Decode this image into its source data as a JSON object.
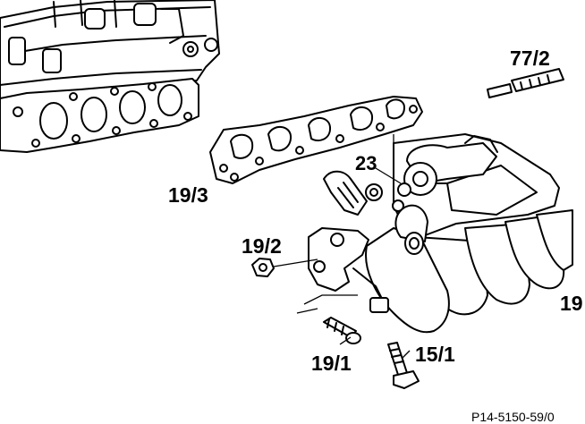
{
  "labels": {
    "part_77_2": "77/2",
    "part_23": "23",
    "part_19_3": "19/3",
    "part_19_2": "19/2",
    "part_19_1": "19/1",
    "part_15_1": "15/1",
    "part_19": "19"
  },
  "figure_code": "P14-5150-59/0"
}
